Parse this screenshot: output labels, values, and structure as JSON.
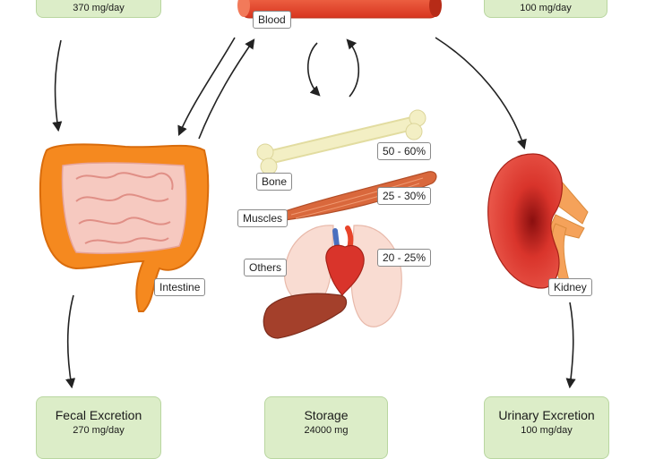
{
  "top_boxes": {
    "left_value": "370 mg/day",
    "right_value": "100 mg/day"
  },
  "labels": {
    "blood": "Blood",
    "intestine": "Intestine",
    "kidney": "Kidney",
    "bone": "Bone",
    "muscles": "Muscles",
    "others": "Others"
  },
  "percentages": {
    "bone": "50 - 60%",
    "muscles": "25 - 30%",
    "others": "20 - 25%"
  },
  "bottom_boxes": {
    "fecal": {
      "title": "Fecal Excretion",
      "value": "270 mg/day"
    },
    "storage": {
      "title": "Storage",
      "value": "24000 mg"
    },
    "urinary": {
      "title": "Urinary Excretion",
      "value": "100 mg/day"
    }
  },
  "colors": {
    "box_fill": "#dcedc8",
    "intestine_orange": "#f5891f",
    "small_intestine_pink": "#f6c9c0",
    "kidney_red": "#d9342b",
    "blood_vessel_red": "#e8442a",
    "muscle_red": "#d9683c",
    "liver_brown": "#a4402b",
    "bone_cream": "#f3efc4"
  },
  "icons": [
    "blood-vessel-icon",
    "intestine-icon",
    "kidney-icon",
    "bone-icon",
    "muscle-icon",
    "heart-icon",
    "lungs-icon",
    "liver-icon"
  ]
}
